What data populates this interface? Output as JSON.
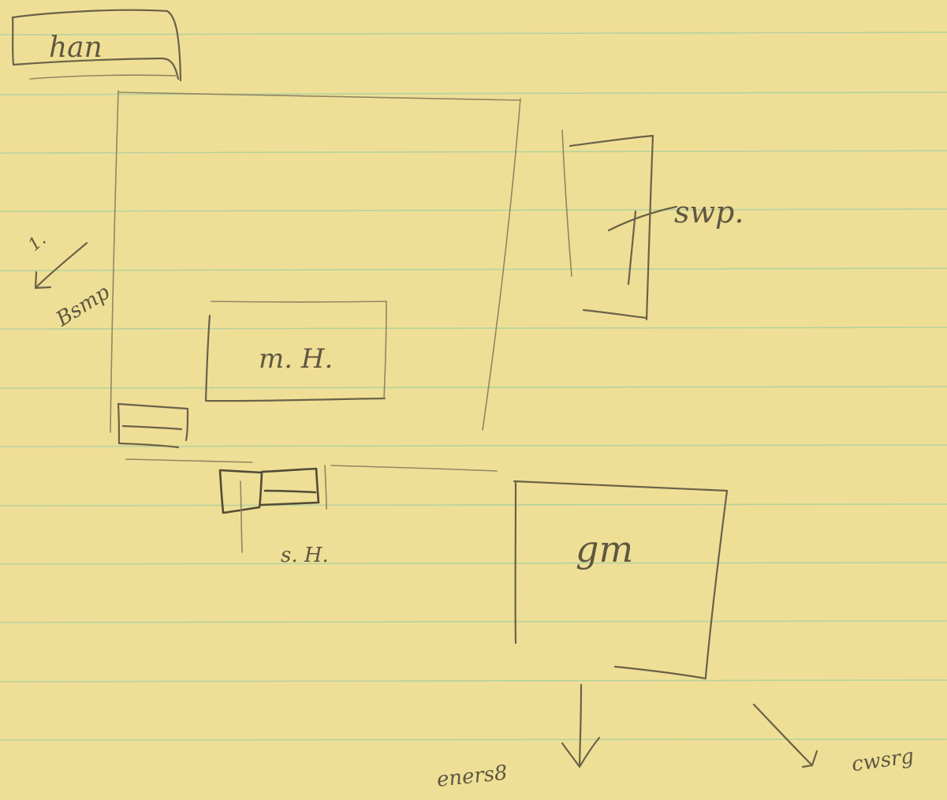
{
  "labels": {
    "top_left_box": "han",
    "large_inner_box": "m. H.",
    "right_tall_box": "swp.",
    "left_arrow": "Bsmp",
    "left_arrow_number": "1.",
    "small_bottom_boxes": "s. H.",
    "bottom_right_box": "gm",
    "bottom_arrow": "eners8",
    "right_arrow": "cwsrg"
  },
  "colors": {
    "paper": "#efdf96",
    "rules": "#a9cf9f",
    "pencil": "#6a6248"
  }
}
